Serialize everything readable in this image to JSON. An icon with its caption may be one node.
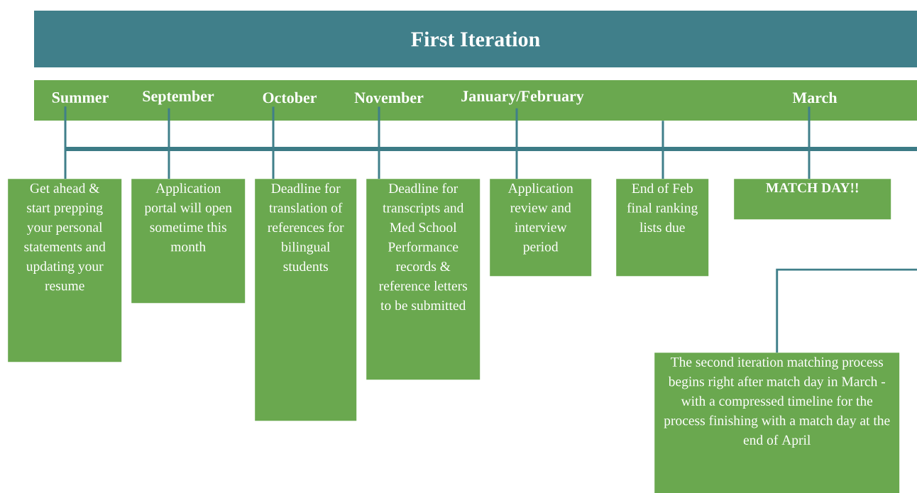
{
  "diagram": {
    "nodes": [
      {
        "text": [
          "First Iteration"
        ]
      },
      {
        "text": [],
        "shape": "bar"
      },
      {
        "text": [
          "Summer"
        ],
        "in": 1
      },
      {
        "text": [
          "September"
        ],
        "in": 1
      },
      {
        "text": [
          "October"
        ],
        "in": 1
      },
      {
        "text": [
          "November"
        ],
        "in": 1
      },
      {
        "text": [
          "January/February"
        ],
        "in": 1
      },
      {
        "text": [
          "March"
        ],
        "in": 1
      },
      {
        "text": [
          "Get ahead & start prepping your personal statements and updating your resume"
        ]
      },
      {
        "text": [
          "Application portal will open sometime this month"
        ]
      },
      {
        "text": [
          "Deadline for translation of references for bilingual students"
        ]
      },
      {
        "text": [
          "Deadline for transcripts and Med School Performance records & reference letters to be submitted"
        ]
      },
      {
        "text": [
          "Application review and interview period"
        ]
      },
      {
        "text": [
          "End of Feb final ranking lists due"
        ]
      },
      {
        "text": [
          "MATCH DAY!!"
        ]
      },
      {
        "text": [
          "The second iteration matching process begins right after match day in March - with a compressed timeline for the process finishing with a match day at the end of April"
        ]
      }
    ],
    "edges": [
      {
        "from": 2,
        "to": 8,
        "arrow": "none"
      },
      {
        "from": 3,
        "to": 9,
        "arrow": "none"
      },
      {
        "from": 4,
        "to": 10,
        "arrow": "none"
      },
      {
        "from": 5,
        "to": 11,
        "arrow": "none"
      },
      {
        "from": 6,
        "to": 12,
        "arrow": "none"
      },
      {
        "from": 1,
        "to": 13,
        "arrow": "none"
      },
      {
        "from": 7,
        "to": 14,
        "arrow": "none"
      },
      {
        "from": null,
        "to": 15,
        "arrow": "none"
      }
    ]
  }
}
